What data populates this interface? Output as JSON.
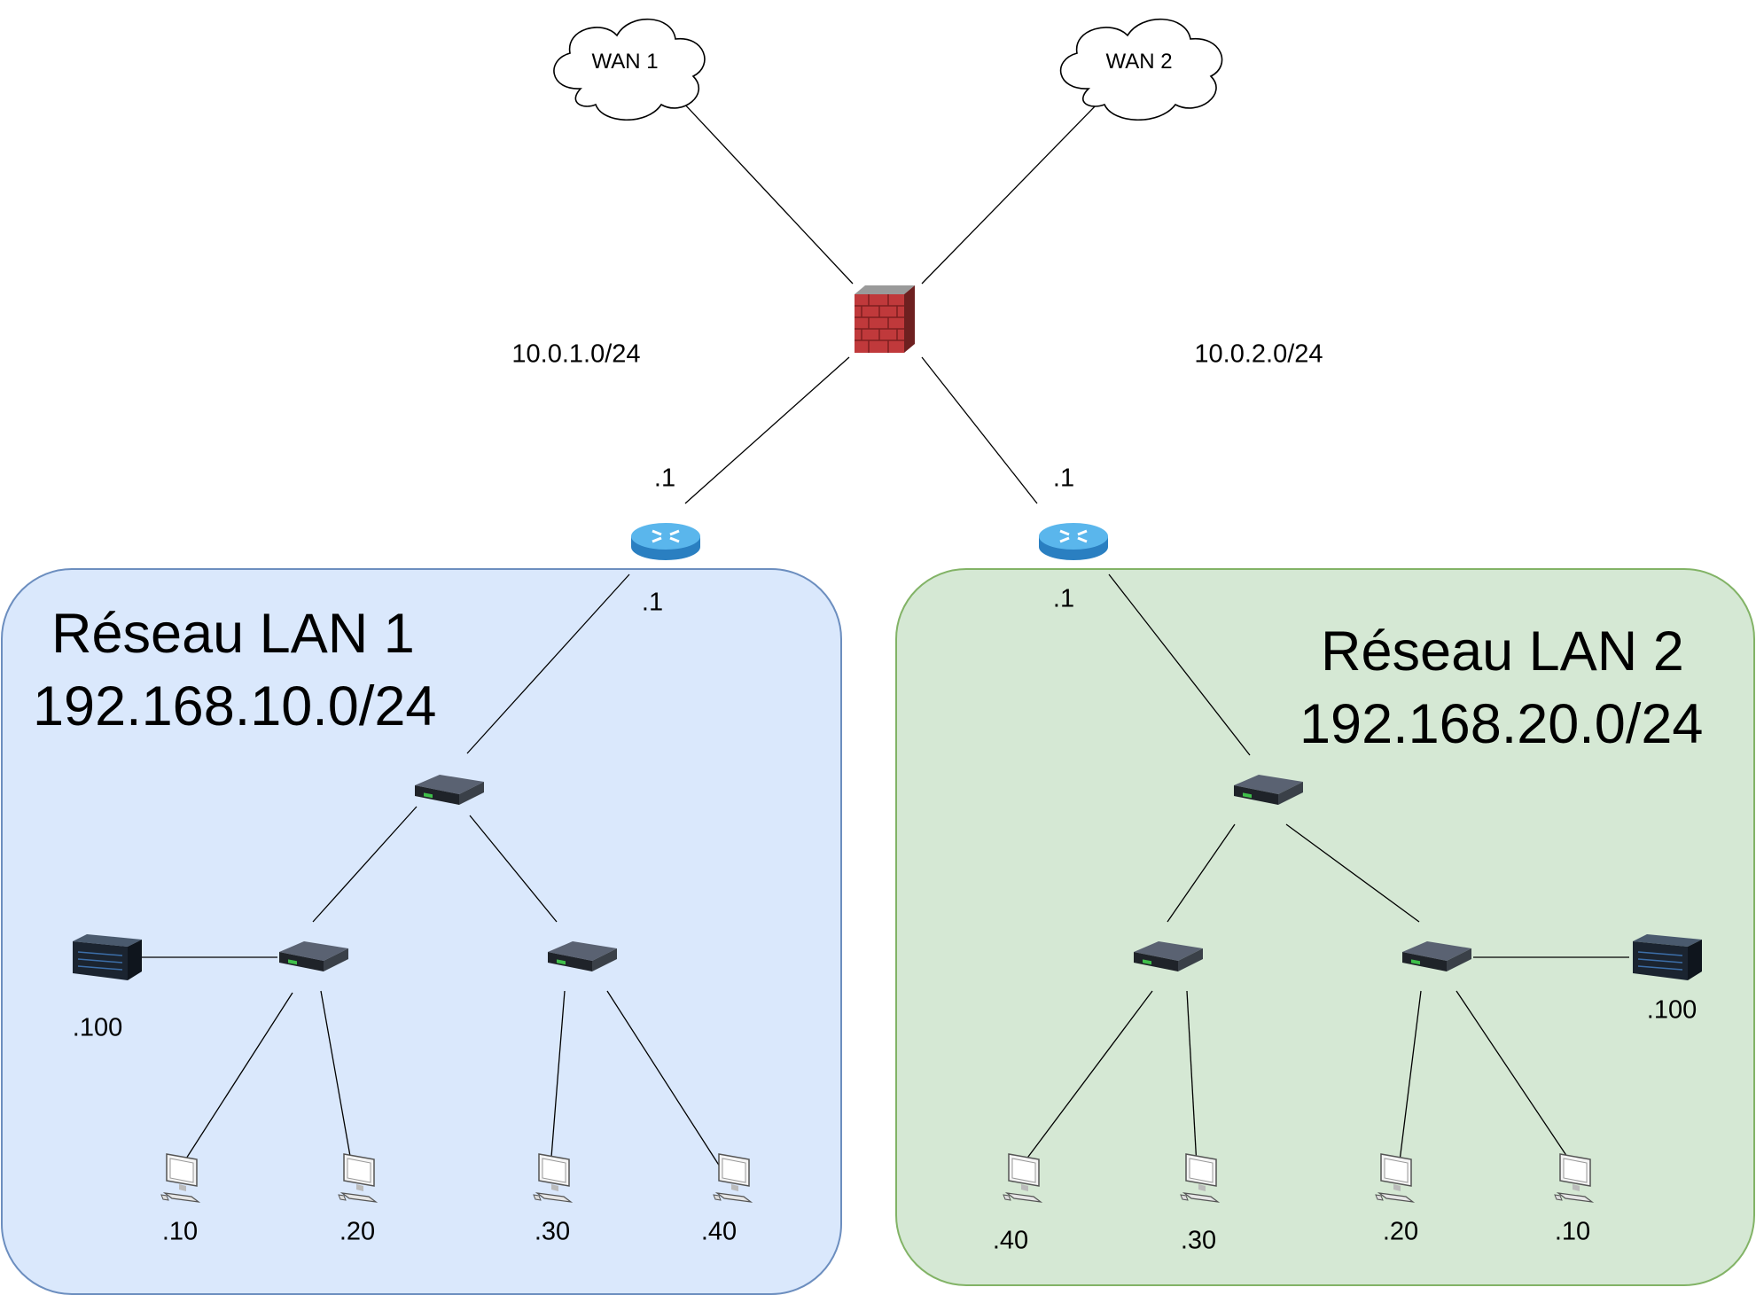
{
  "wans": [
    {
      "id": "wan1",
      "label": "WAN 1"
    },
    {
      "id": "wan2",
      "label": "WAN 2"
    }
  ],
  "transit_subnets": [
    {
      "id": "t1",
      "label": "10.0.1.0/24"
    },
    {
      "id": "t2",
      "label": "10.0.2.0/24"
    }
  ],
  "lan1": {
    "title": "Réseau LAN 1",
    "subnet": "192.168.10.0/24",
    "router_wan_ip": ".1",
    "router_lan_ip": ".1",
    "server_ip": ".100",
    "hosts": [
      ".10",
      ".20",
      ".30",
      ".40"
    ],
    "color": "#dae8fc",
    "border": "#6c8ebf"
  },
  "lan2": {
    "title": "Réseau LAN 2",
    "subnet": "192.168.20.0/24",
    "router_wan_ip": ".1",
    "router_lan_ip": ".1",
    "server_ip": ".100",
    "hosts": [
      ".40",
      ".30",
      ".20",
      ".10"
    ],
    "color": "#d5e8d4",
    "border": "#82b366"
  },
  "icons": {
    "cloud": "cloud-icon",
    "firewall": "firewall-icon",
    "router": "router-icon",
    "switch": "switch-icon",
    "server": "server-icon",
    "pc": "pc-icon"
  }
}
